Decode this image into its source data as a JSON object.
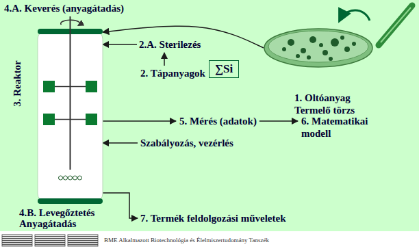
{
  "diagram": {
    "nodes": [
      {
        "text": [
          "1. Oltóanyag Termelő törzs"
        ]
      },
      {
        "text": [
          "2.A. Sterilezés"
        ]
      },
      {
        "text": [
          "2. Tápanyagok"
        ]
      },
      {
        "text": [
          "∑Si"
        ]
      },
      {
        "text": [
          "3. Reaktor"
        ]
      },
      {
        "text": [
          "4.A. Keverés (anyagátadás)"
        ]
      },
      {
        "text": [
          "4.B. Levegőztetés Anyagátadás"
        ]
      },
      {
        "text": [
          "5. Mérés (adatok)"
        ]
      },
      {
        "text": [
          "6. Matematikai modell"
        ]
      },
      {
        "text": [
          "Szabályozás, vezérlés"
        ]
      },
      {
        "text": [
          "7. Termék feldolgozási műveletek"
        ]
      }
    ],
    "edges": [
      {
        "from": 0,
        "to": 4,
        "arrow": "to"
      },
      {
        "from": 1,
        "to": 4,
        "arrow": "to"
      },
      {
        "from": 2,
        "to": 1,
        "arrow": "to"
      },
      {
        "from": 4,
        "to": 7,
        "arrow": "to"
      },
      {
        "from": 7,
        "to": 8,
        "arrow": "to"
      },
      {
        "from": 9,
        "to": 4,
        "arrow": "to"
      },
      {
        "from": 4,
        "to": 10,
        "arrow": "to"
      }
    ],
    "labels": [
      "BME Alkalmazott Biotechnológia és Élelmiszertudomány Tanszék"
    ]
  }
}
